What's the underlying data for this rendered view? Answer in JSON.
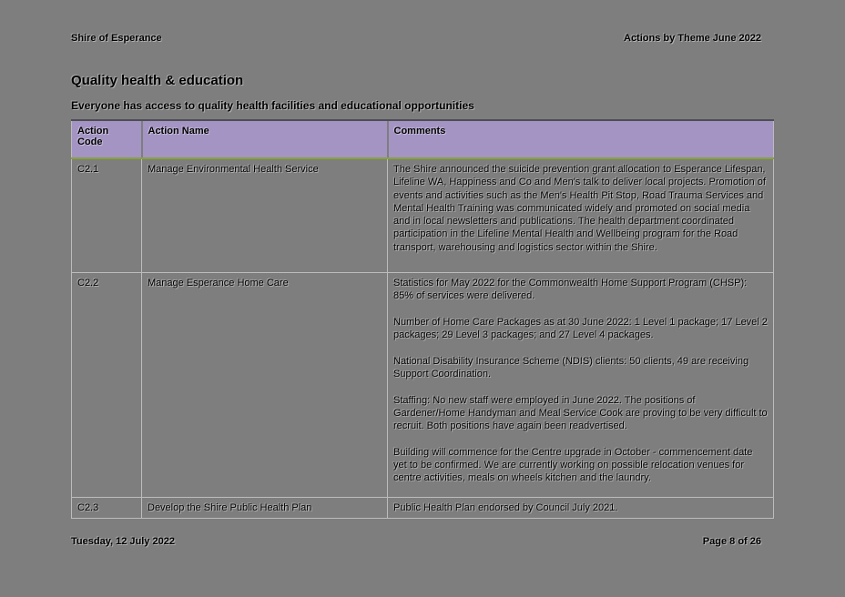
{
  "page": {
    "header": {
      "left": "Shire of Esperance",
      "right": "Actions by Theme June 2022"
    },
    "title": "Quality health & education",
    "subtitle": "Everyone has access to quality health facilities and educational opportunities",
    "footer": {
      "left": "Tuesday, 12 July 2022",
      "right": "Page 8 of 26"
    }
  },
  "colors": {
    "page_background": "#7e7e7e",
    "table_header_background": "#a494c4",
    "table_header_bottom_border": "#87a33b",
    "table_body_border": "#bcbcbc",
    "text": "#000000"
  },
  "table": {
    "columns": [
      "Action Code",
      "Action Name",
      "Comments"
    ],
    "rows": [
      {
        "code": "C2.1",
        "name": "Manage Environmental Health Service",
        "comments": "The Shire announced the suicide prevention grant allocation to Esperance Lifespan, Lifeline WA, Happiness and Co and Men's talk to deliver local projects. Promotion of events and activities such as the Men's Health Pit Stop, Road Trauma Services and Mental Health Training was communicated widely and promoted on social media and in local newsletters and publications. The health department coordinated participation in the Lifeline Mental Health and Wellbeing program for the Road transport, warehousing and logistics sector within the Shire."
      },
      {
        "code": "C2.2",
        "name": "Manage Esperance Home Care",
        "comments": "Statistics for May 2022 for the Commonwealth Home Support Program (CHSP): 85% of services were delivered.\n\nNumber of Home Care Packages as at 30 June 2022: 1 Level 1 package; 17 Level 2 packages; 29 Level 3 packages; and 27 Level 4 packages.\n\nNational Disability Insurance Scheme (NDIS) clients: 50 clients, 49 are receiving Support Coordination.\n\nStaffing: No new staff were employed in June 2022.  The positions of Gardener/Home Handyman and Meal Service Cook are proving to be very difficult to recruit.  Both positions have again been readvertised.\n\nBuilding will commence for the Centre upgrade in October - commencement date yet to be confirmed. We are currently working on possible relocation venues for centre activities, meals on wheels kitchen and the laundry."
      },
      {
        "code": "C2.3",
        "name": "Develop the Shire Public Health Plan",
        "comments": "Public Health Plan endorsed by Council July 2021."
      }
    ]
  }
}
